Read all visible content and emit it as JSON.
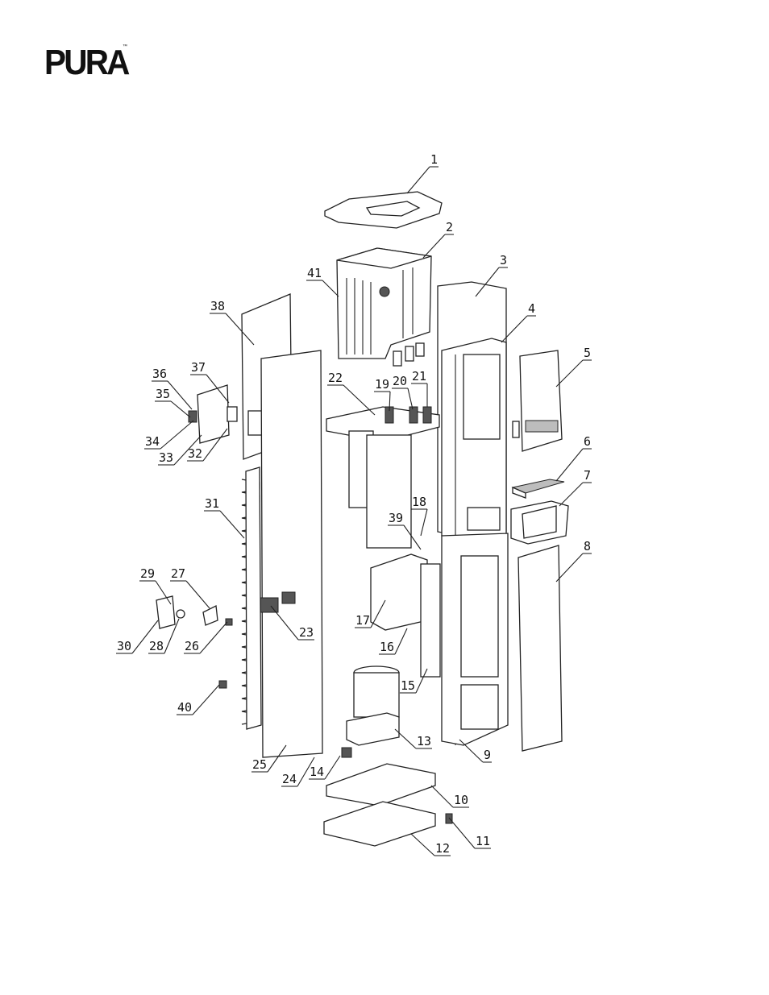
{
  "brand": {
    "logo_text": "PURA",
    "trademark": "™"
  },
  "callouts": [
    {
      "id": "1",
      "label": "1"
    },
    {
      "id": "2",
      "label": "2"
    },
    {
      "id": "3",
      "label": "3"
    },
    {
      "id": "4",
      "label": "4"
    },
    {
      "id": "5",
      "label": "5"
    },
    {
      "id": "6",
      "label": "6"
    },
    {
      "id": "7",
      "label": "7"
    },
    {
      "id": "8",
      "label": "8"
    },
    {
      "id": "9",
      "label": "9"
    },
    {
      "id": "10",
      "label": "10"
    },
    {
      "id": "11",
      "label": "11"
    },
    {
      "id": "12",
      "label": "12"
    },
    {
      "id": "13",
      "label": "13"
    },
    {
      "id": "14",
      "label": "14"
    },
    {
      "id": "15",
      "label": "15"
    },
    {
      "id": "16",
      "label": "16"
    },
    {
      "id": "17",
      "label": "17"
    },
    {
      "id": "18",
      "label": "18"
    },
    {
      "id": "19",
      "label": "19"
    },
    {
      "id": "20",
      "label": "20"
    },
    {
      "id": "21",
      "label": "21"
    },
    {
      "id": "22",
      "label": "22"
    },
    {
      "id": "23",
      "label": "23"
    },
    {
      "id": "24",
      "label": "24"
    },
    {
      "id": "25",
      "label": "25"
    },
    {
      "id": "26",
      "label": "26"
    },
    {
      "id": "27",
      "label": "27"
    },
    {
      "id": "28",
      "label": "28"
    },
    {
      "id": "29",
      "label": "29"
    },
    {
      "id": "30",
      "label": "30"
    },
    {
      "id": "31",
      "label": "31"
    },
    {
      "id": "32",
      "label": "32"
    },
    {
      "id": "33",
      "label": "33"
    },
    {
      "id": "34",
      "label": "34"
    },
    {
      "id": "35",
      "label": "35"
    },
    {
      "id": "36",
      "label": "36"
    },
    {
      "id": "37",
      "label": "37"
    },
    {
      "id": "38",
      "label": "38"
    },
    {
      "id": "39",
      "label": "39"
    },
    {
      "id": "40",
      "label": "40"
    },
    {
      "id": "41",
      "label": "41"
    }
  ]
}
